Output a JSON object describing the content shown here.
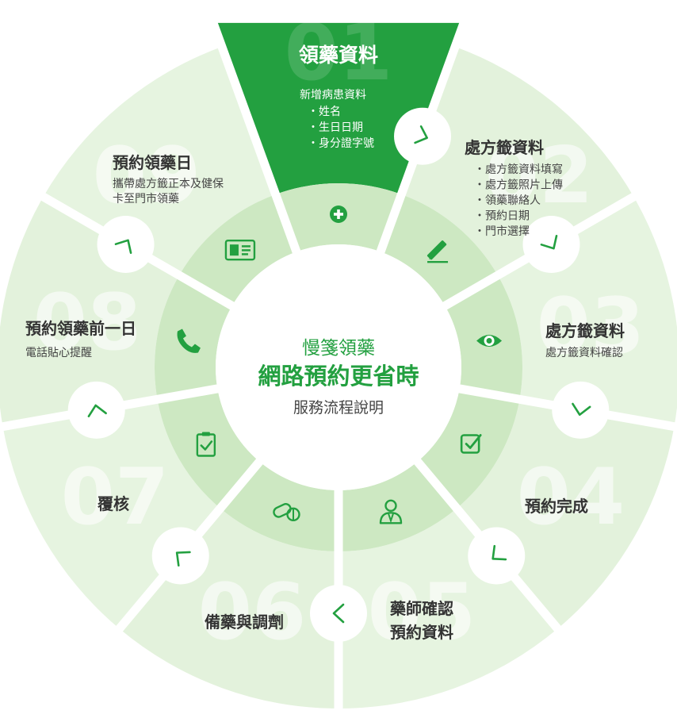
{
  "colors": {
    "outer_ring": "#e6f4e0",
    "outer_ring_alt": "#e3f2dc",
    "middle_ring": "#cde8c2",
    "active_segment": "#23a040",
    "accent": "#23a040",
    "title_text": "#333333",
    "body_text": "#444444",
    "watermark": "#ffffff"
  },
  "center": {
    "line1": "慢箋領藥",
    "line2": "網路預約更省時",
    "line3": "服務流程說明"
  },
  "steps": [
    {
      "number": "01",
      "title_lines": [
        "領藥資料"
      ],
      "intro": "新增病患資料",
      "bullets": [
        "姓名",
        "生日日期",
        "身分證字號"
      ],
      "icon": "plus-circle-icon",
      "active": true
    },
    {
      "number": "02",
      "title_lines": [
        "處方籤資料"
      ],
      "bullets": [
        "處方籤資料填寫",
        "處方籤照片上傳",
        "領藥聯絡人",
        "預約日期",
        "門市選擇"
      ],
      "icon": "pen-icon"
    },
    {
      "number": "03",
      "title_lines": [
        "處方籤資料"
      ],
      "description_lines": [
        "處方籤資料確認"
      ],
      "icon": "eye-icon"
    },
    {
      "number": "04",
      "title_lines": [
        "預約完成"
      ],
      "icon": "checkbox-icon"
    },
    {
      "number": "05",
      "title_lines": [
        "藥師確認",
        "預約資料"
      ],
      "icon": "pharmacist-icon"
    },
    {
      "number": "06",
      "title_lines": [
        "備藥與調劑"
      ],
      "icon": "pills-icon"
    },
    {
      "number": "07",
      "title_lines": [
        "覆核"
      ],
      "icon": "clipboard-check-icon"
    },
    {
      "number": "08",
      "title_lines": [
        "預約領藥前一日"
      ],
      "description_lines": [
        "電話貼心提醒"
      ],
      "icon": "phone-icon"
    },
    {
      "number": "09",
      "title_lines": [
        "預約領藥日"
      ],
      "description_lines": [
        "攜帶處方籤正本及健保",
        "卡至門市領藥"
      ],
      "icon": "id-card-icon"
    }
  ],
  "arrows": [
    "arrow-1-to-2",
    "arrow-2-to-3",
    "arrow-3-to-4",
    "arrow-4-to-5",
    "arrow-5-to-6",
    "arrow-6-to-7",
    "arrow-7-to-8",
    "arrow-8-to-9"
  ]
}
